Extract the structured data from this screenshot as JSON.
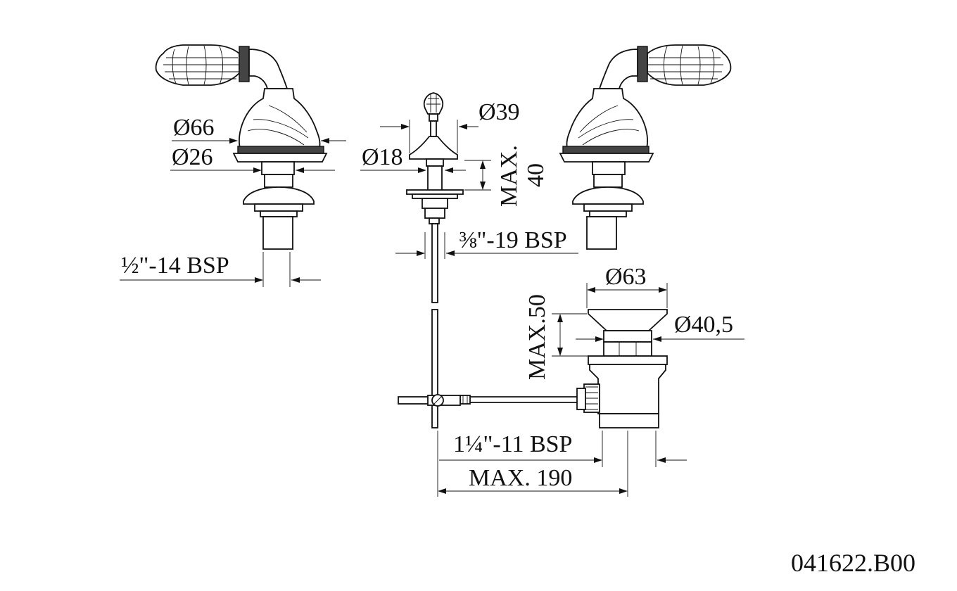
{
  "drawing": {
    "colors": {
      "line": "#111111",
      "background": "#ffffff",
      "band": "#444444"
    },
    "dimensions": {
      "d66": "Ø66",
      "d26": "Ø26",
      "d39": "Ø39",
      "d18": "Ø18",
      "max40_a": "MAX.",
      "max40_b": "40",
      "bsp_half": "½\"-14 BSP",
      "bsp_three_eighth": "⅜\"-19 BSP",
      "d63": "Ø63",
      "max50": "MAX.50",
      "d40_5": "Ø40,5",
      "bsp_one_quarter": "1¼\"-11 BSP",
      "max190": "MAX. 190"
    },
    "drawing_code": "041622.B00"
  }
}
